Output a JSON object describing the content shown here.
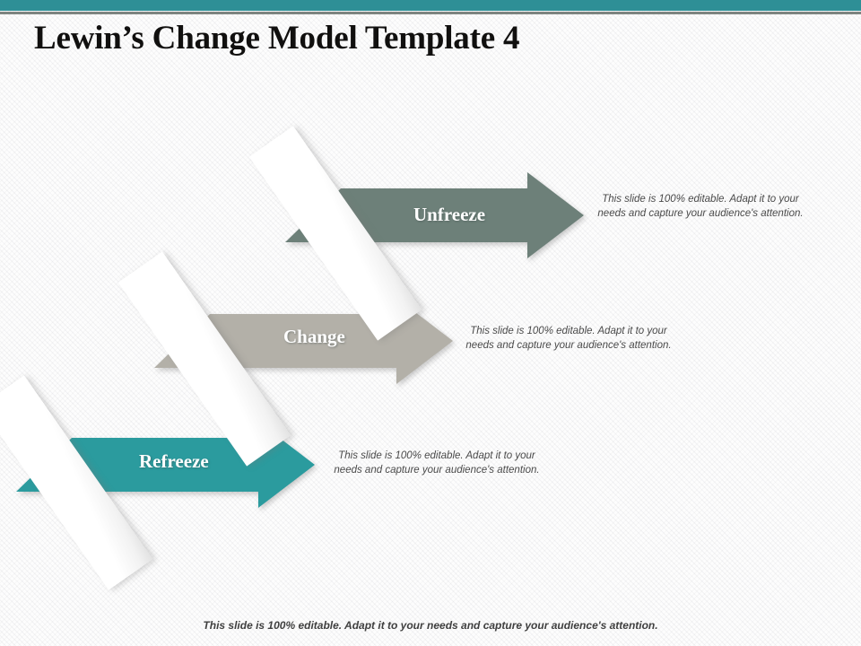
{
  "slide": {
    "title": "Lewin’s Change Model Template 4",
    "accent_color": "#2e8f96",
    "rule_color": "#7d8480",
    "background_color": "#fdfdfd",
    "footer_note": "This slide is 100% editable. Adapt it to your needs and capture your audience's attention."
  },
  "stages": [
    {
      "label": "Unfreeze",
      "color": "#6d8079",
      "description_line1": "This slide is 100% editable. Adapt it to your",
      "description_line2": "needs and capture your audience's attention."
    },
    {
      "label": "Change",
      "color": "#b3b0a8",
      "description_line1": "This slide is 100% editable. Adapt it to your",
      "description_line2": "needs and capture your audience's attention."
    },
    {
      "label": "Refreeze",
      "color": "#2b9b9e",
      "description_line1": "This slide is 100% editable. Adapt it to your",
      "description_line2": "needs and capture your audience's attention."
    }
  ]
}
